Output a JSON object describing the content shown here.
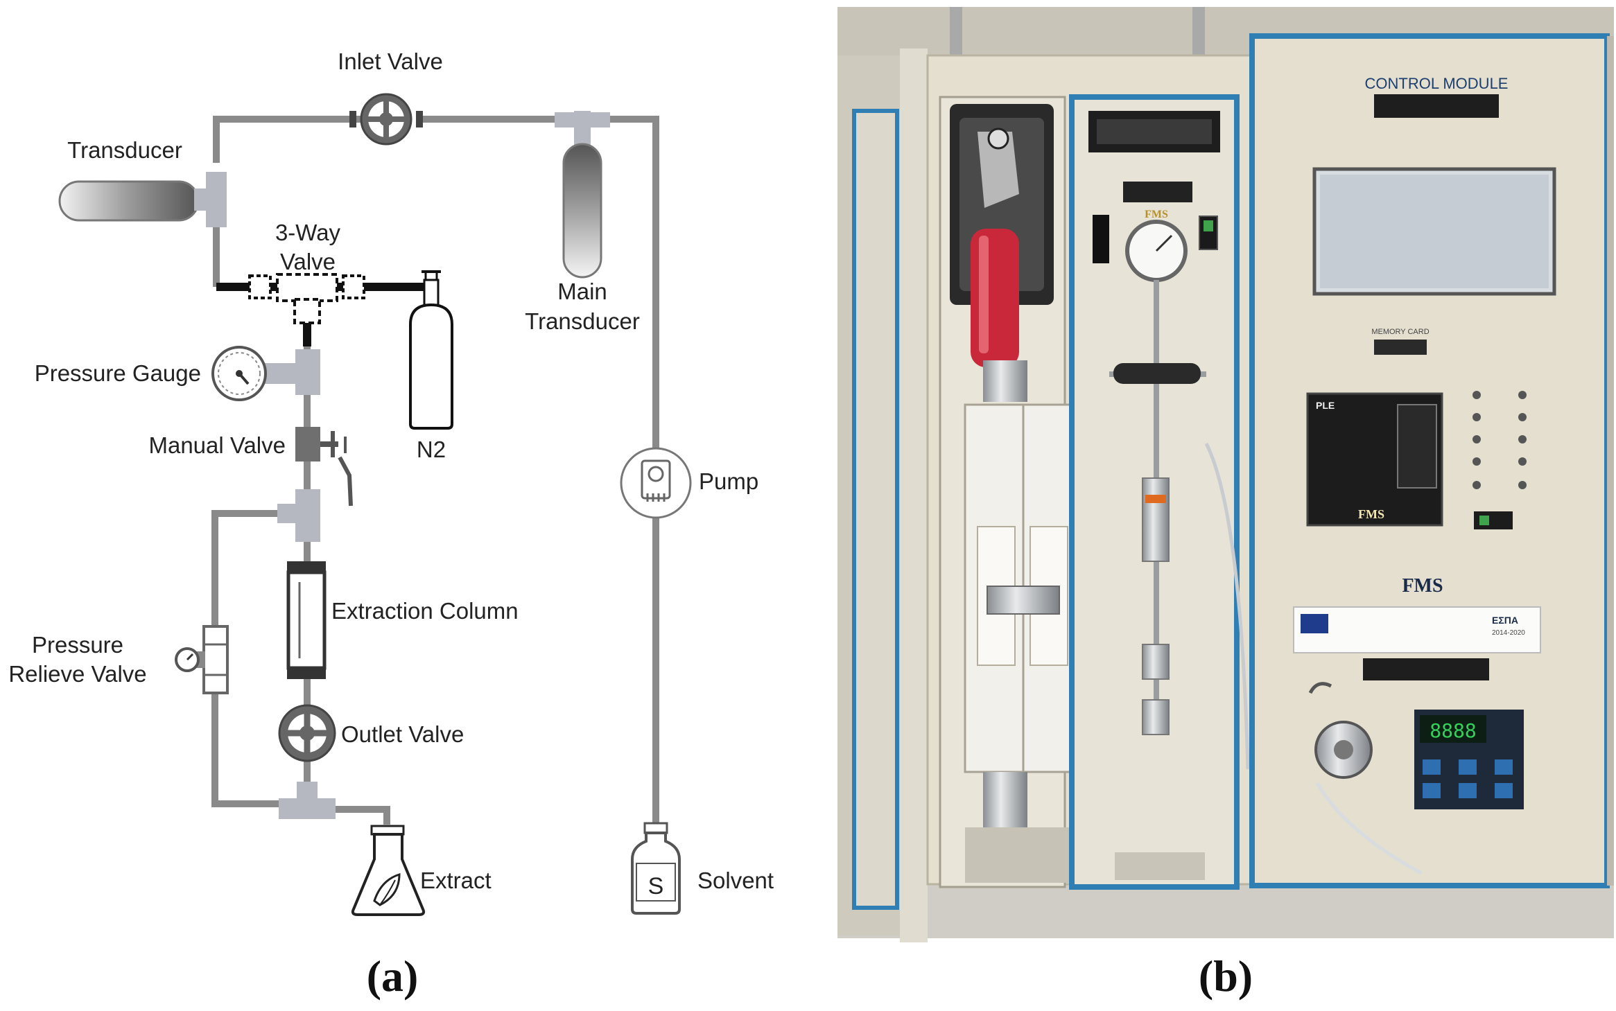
{
  "diagram": {
    "labels": {
      "inlet_valve": "Inlet Valve",
      "transducer": "Transducer",
      "three_way_1": "3-Way",
      "three_way_2": "Valve",
      "main_transducer_1": "Main",
      "main_transducer_2": "Transducer",
      "pressure_gauge": "Pressure Gauge",
      "n2": "N2",
      "manual_valve": "Manual Valve",
      "pump": "Pump",
      "extraction_column": "Extraction Column",
      "pressure_relieve_1": "Pressure",
      "pressure_relieve_2": "Relieve Valve",
      "outlet_valve": "Outlet Valve",
      "extract": "Extract",
      "solvent": "Solvent",
      "solvent_bottle_letter": "S"
    }
  },
  "photo": {
    "control_module": "CONTROL MODULE",
    "memory_card": "MEMORY CARD",
    "fms_gauge": "FMS",
    "fms_panel": "FMS",
    "fms_main": "FMS",
    "ple": "PLE",
    "display_digits": "8888",
    "espa": "ΕΣΠΑ",
    "espa_years": "2014-2020"
  },
  "captions": {
    "a": "(a)",
    "b": "(b)"
  },
  "colors": {
    "pipe_gray": "#8a8a8a",
    "instrument_beige": "#e4dfcf",
    "frame_blue": "#2f7fb5",
    "handle_red": "#c8283a"
  }
}
